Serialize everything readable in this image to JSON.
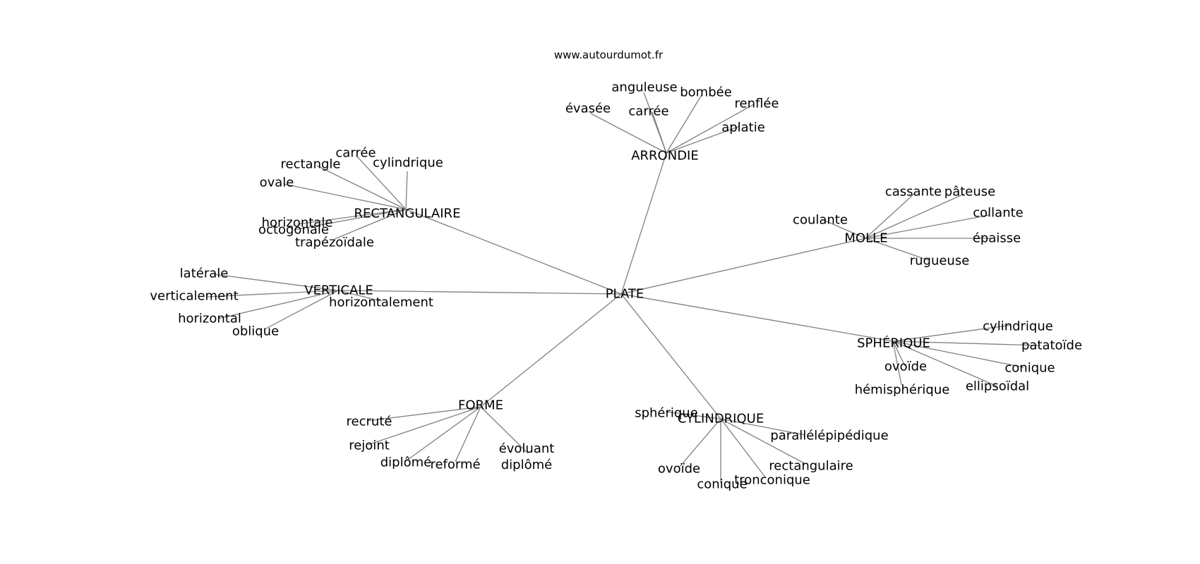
{
  "source": "www.autourdumot.fr",
  "center": "PLATE",
  "hubs": [
    {
      "id": "arrondie",
      "label": "ARRONDIE",
      "leaves": [
        "évasée",
        "anguleuse",
        "carrée",
        "bombée",
        "renflée",
        "aplatie"
      ]
    },
    {
      "id": "rectangulaire",
      "label": "RECTANGULAIRE",
      "leaves": [
        "carrée",
        "rectangle",
        "cylindrique",
        "ovale",
        "horizontale",
        "octogonale",
        "trapézoïdale"
      ]
    },
    {
      "id": "verticale",
      "label": "VERTICALE",
      "leaves": [
        "latérale",
        "verticalement",
        "horizontal",
        "oblique",
        "horizontalement"
      ]
    },
    {
      "id": "molle",
      "label": "MOLLE",
      "leaves": [
        "cassante",
        "pâteuse",
        "coulante",
        "collante",
        "épaisse",
        "rugueuse"
      ]
    },
    {
      "id": "spherique",
      "label": "SPHÉRIQUE",
      "leaves": [
        "cylindrique",
        "patatoïde",
        "ovoïde",
        "conique",
        "hémisphérique",
        "ellipsoïdal"
      ]
    },
    {
      "id": "forme",
      "label": "FORME",
      "leaves": [
        "recruté",
        "rejoint",
        "diplômé",
        "reformé",
        "évoluant diplômé"
      ]
    },
    {
      "id": "cylindrique",
      "label": "CYLINDRIQUE",
      "leaves": [
        "sphérique",
        "parallélépipédique",
        "ovoïde",
        "rectangulaire",
        "conique",
        "tronconique"
      ]
    }
  ]
}
